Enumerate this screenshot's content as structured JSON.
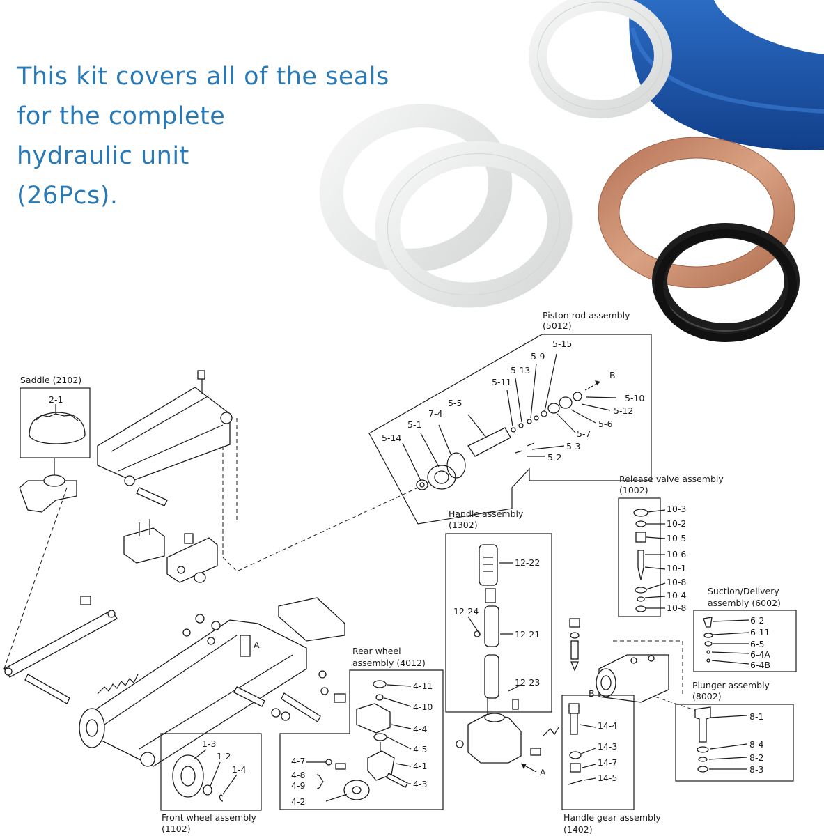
{
  "headline": {
    "line1": "This kit covers all of the seals",
    "line2": "for the complete",
    "line3": "hydraulic unit",
    "line4": "(26Pcs)."
  },
  "colors": {
    "headline_text": "#2a79b7",
    "seal_white": "#ecedec",
    "seal_blue": "#1f5fb5",
    "seal_copper": "#c9896a",
    "seal_black": "#1d1d1d",
    "diagram_ink": "#1a1a1a"
  },
  "products": [
    "white-ring-seal",
    "white-ring-seal",
    "white-ring-seal",
    "blue-cup-seal",
    "copper-washer",
    "black-quad-ring"
  ],
  "assemblies": {
    "piston_rod": {
      "title": "Piston rod assembly",
      "code": "(5012)",
      "parts": [
        "5-15",
        "5-9",
        "5-13",
        "5-11",
        "5-5",
        "7-4",
        "5-1",
        "5-14",
        "5-10",
        "5-12",
        "5-6",
        "5-7",
        "5-3",
        "5-2"
      ],
      "arrow": "B"
    },
    "saddle": {
      "title": "Saddle (2102)",
      "parts": [
        "2-1"
      ]
    },
    "release_valve": {
      "title": "Release valve assembly",
      "code": "(1002)",
      "parts": [
        "10-3",
        "10-2",
        "10-5",
        "10-6",
        "10-1",
        "10-8",
        "10-4",
        "10-8"
      ]
    },
    "handle": {
      "title": "Handle assembly",
      "code": "(1302)",
      "parts": [
        "12-22",
        "12-24",
        "12-21",
        "12-23"
      ]
    },
    "suction": {
      "title": "Suction/Delivery",
      "code": "assembly (6002)",
      "parts": [
        "6-2",
        "6-11",
        "6-5",
        "6-4A",
        "6-4B"
      ]
    },
    "rear_wheel": {
      "title": "Rear wheel",
      "code": "assembly (4012)",
      "parts": [
        "4-11",
        "4-10",
        "4-4",
        "4-5",
        "4-1",
        "4-3",
        "4-7",
        "4-8",
        "4-9",
        "4-2"
      ]
    },
    "plunger": {
      "title": "Plunger assembly",
      "code": "(8002)",
      "parts": [
        "8-1",
        "8-4",
        "8-2",
        "8-3"
      ]
    },
    "front_wheel": {
      "title": "Front wheel assembly",
      "code": "(1102)",
      "parts": [
        "1-3",
        "1-2",
        "1-4"
      ]
    },
    "handle_gear": {
      "title": "Handle gear assembly",
      "code": "(1402)",
      "parts": [
        "14-4",
        "14-3",
        "14-7",
        "14-5"
      ]
    }
  },
  "markers": {
    "a1": "A",
    "a2": "A",
    "b2": "B"
  }
}
